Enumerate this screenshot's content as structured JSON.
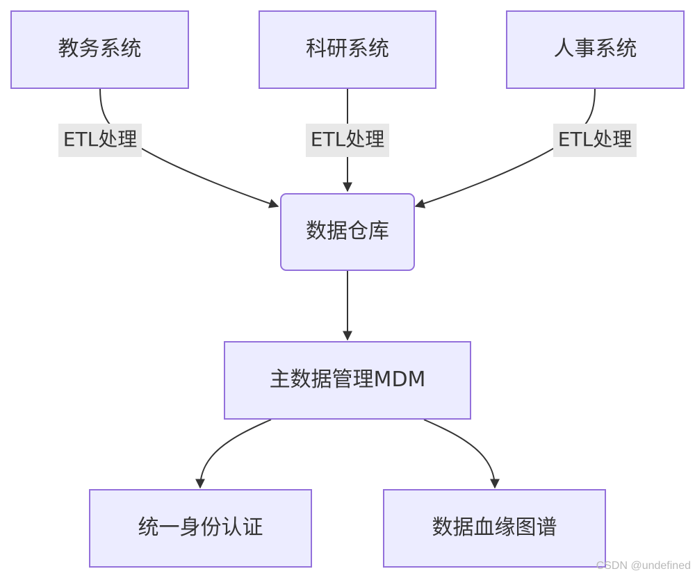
{
  "nodes": {
    "academic": "教务系统",
    "research": "科研系统",
    "hr": "人事系统",
    "warehouse": "数据仓库",
    "mdm": "主数据管理MDM",
    "sso": "统一身份认证",
    "lineage": "数据血缘图谱"
  },
  "edges": {
    "academic_label": "ETL处理",
    "research_label": "ETL处理",
    "hr_label": "ETL处理"
  },
  "watermark": "CSDN @undefined",
  "colors": {
    "node_fill": "#ececff",
    "node_stroke": "#9370db",
    "edge": "#333333",
    "label_bg": "#e8e8e8"
  }
}
